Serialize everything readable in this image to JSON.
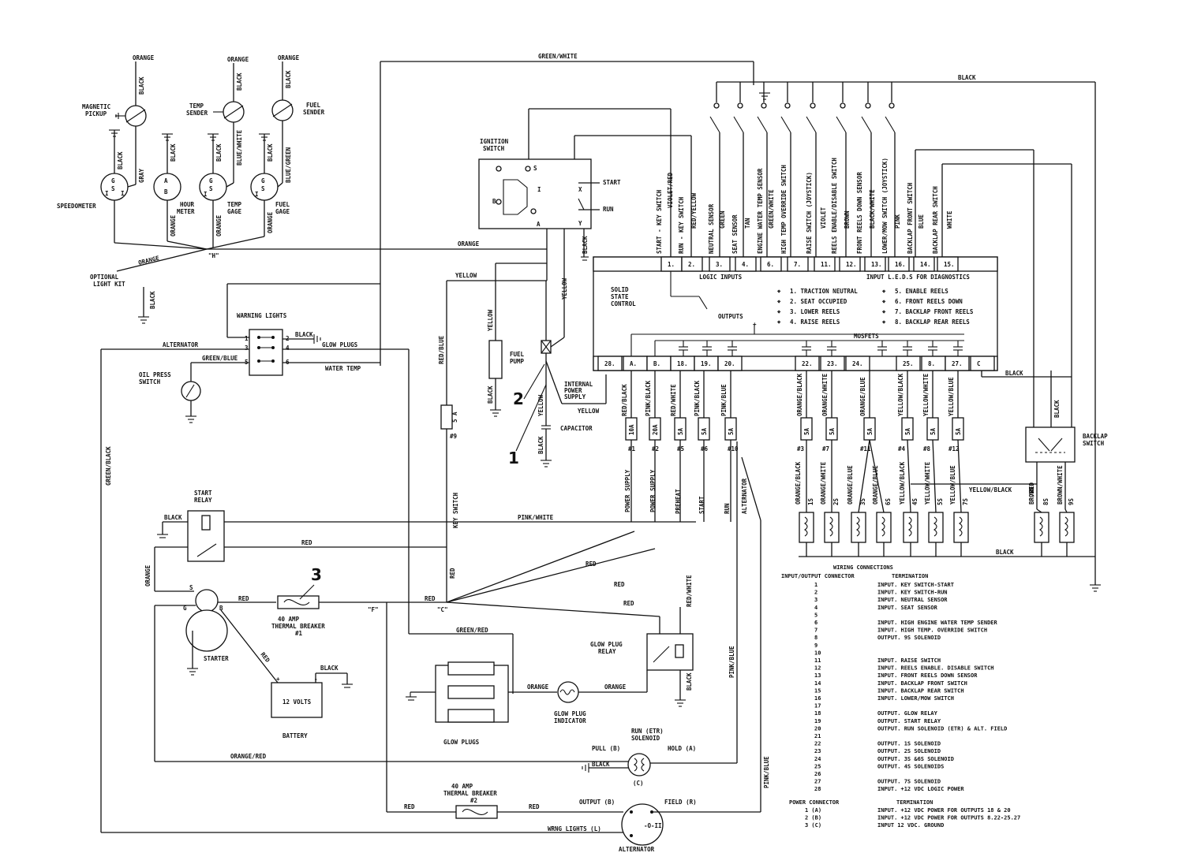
{
  "sensors": {
    "magnetic_pickup": "MAGNETIC\nPICKUP",
    "temp_sender": "TEMP\nSENDER",
    "fuel_sender": "FUEL\nSENDER",
    "speedometer": "SPEEDOMETER",
    "hour_meter": "HOUR\nMETER",
    "temp_gage": "TEMP\nGAGE",
    "fuel_gage": "FUEL\nGAGE"
  },
  "wires": {
    "green_white": "GREEN/WHITE",
    "black": "BLACK",
    "gray": "GRAY",
    "blue_white": "BLUE/WHITE",
    "blue_green": "BLUE/GREEN",
    "orange": "ORANGE",
    "yellow": "YELLOW",
    "red_blue": "RED/BLUE",
    "green_blue": "GREEN/BLUE",
    "green_black": "GREEN/BLACK",
    "pink_white": "PINK/WHITE",
    "red": "RED",
    "green_red": "GREEN/RED",
    "orange_red": "ORANGE/RED",
    "red_white": "RED/WHITE",
    "pink_blue": "PINK/BLUE",
    "yellow_black": "YELLOW/BLACK",
    "red_black": "RED/BLACK",
    "pink_black": "PINK/BLACK",
    "orange_black": "ORANGE/BLACK",
    "orange_white": "ORANGE/WHITE",
    "orange_blue": "ORANGE/BLUE",
    "yellow_white": "YELLOW/WHITE",
    "yellow_blue": "YELLOW/BLUE",
    "violet_red": "VIOLET/RED",
    "red_yellow": "RED/YELLOW",
    "tan": "TAN",
    "green": "GREEN",
    "violet": "VIOLET",
    "brown": "BROWN",
    "black_white": "BLACK/WHITE",
    "pink": "PINK",
    "blue": "BLUE",
    "white": "WHITE",
    "brown_red": "BROWN\n/RED",
    "brown_white": "BROWN/WHITE"
  },
  "labels": {
    "h_point": "\"H\"",
    "f_point": "\"F\"",
    "c_point": "\"C\"",
    "optional_light_kit": "OPTIONAL\nLIGHT KIT",
    "warning_lights": "WARNING LIGHTS",
    "alternator": "ALTERNATOR",
    "glow_plugs": "GLOW PLUGS",
    "water_temp": "WATER TEMP",
    "oil_press_switch": "OIL PRESS\nSWITCH",
    "ignition_switch": "IGNITION\nSWITCH",
    "start": "START",
    "run": "RUN",
    "fuel_pump": "FUEL\nPUMP",
    "internal_power_supply": "INTERNAL\nPOWER\nSUPPLY",
    "capacitor": "CAPACITOR",
    "key_switch": "KEY SWITCH",
    "start_relay": "START\nRELAY",
    "thermal_breaker_1": "40 AMP\nTHERMAL BREAKER\n#1",
    "starter": "STARTER",
    "battery": "BATTERY",
    "twelve_volts": "12 VOLTS",
    "glow_plug_relay": "GLOW PLUG\nRELAY",
    "glow_plug_indicator": "GLOW PLUG\nINDICATOR",
    "run_solenoid": "RUN (ETR)\nSOLENOID",
    "pull": "PULL (B)",
    "hold": "HOLD (A)",
    "c_term": "(C)",
    "thermal_breaker_2": "40 AMP\nTHERMAL BREAKER\n#2",
    "output_b": "OUTPUT (B)",
    "field_r": "FIELD (R)",
    "wrng_lights": "WRNG LIGHTS (L)",
    "alternator_bottom": "ALTERNATOR",
    "power_supply": "POWER SUPPLY",
    "preheat": "PREHEAT",
    "start_v": "START",
    "run_v": "RUN",
    "alternator_v": "ALTERNATOR",
    "backlap_switch": "BACKLAP\nSWITCH",
    "callout_1": "1",
    "callout_2": "2",
    "callout_3": "3"
  },
  "ssc": {
    "title": "SOLID\nSTATE\nCONTROL",
    "logic_inputs": "LOGIC INPUTS",
    "diag_title": "INPUT L.E.D.S FOR DIAGNOSTICS",
    "outputs": "OUTPUTS",
    "mosfets": "MOSFETS",
    "top_pins": [
      "1.",
      "2.",
      "3.",
      "4.",
      "6.",
      "7.",
      "11.",
      "12.",
      "13.",
      "16.",
      "14.",
      "15."
    ],
    "bottom_pins": [
      "28.",
      "A.",
      "B.",
      "18.",
      "19.",
      "20.",
      "22.",
      "23.",
      "24.",
      "25.",
      "8.",
      "27.",
      "C"
    ],
    "leds": [
      "1. TRACTION NEUTRAL",
      "5. ENABLE REELS",
      "2. SEAT OCCUPIED",
      "6. FRONT REELS DOWN",
      "3. LOWER REELS",
      "7. BACKLAP FRONT REELS",
      "4. RAISE REELS",
      "8. BACKLAP REAR REELS"
    ]
  },
  "inputs_top": [
    "START - KEY SWITCH",
    "VIOLET/RED",
    "RUN - KEY SWITCH",
    "RED/YELLOW",
    "NEUTRAL SENSOR",
    "GREEN",
    "SEAT SENSOR",
    "TAN",
    "ENGINE WATER TEMP SENSOR",
    "GREEN/WHITE",
    "HIGH TEMP OVERRIDE SWITCH",
    "RAISE SWITCH (JOYSTICK)",
    "VIOLET",
    "REELS ENABLE/DISABLE SWITCH",
    "BROWN",
    "FRONT REELS DOWN SENSOR",
    "BLACK/WHITE",
    "LOWER/MOW SWITCH (JOYSTICK)",
    "PINK",
    "BACKLAP FRONT SWITCH",
    "BLUE",
    "BACKLAP REAR SWITCH",
    "WHITE"
  ],
  "fuses": {
    "f9": "5 A",
    "f9_num": "#9",
    "left": [
      "10A",
      "20A",
      "5A",
      "5A",
      "5A"
    ],
    "left_num": [
      "#1",
      "#2",
      "#5",
      "#6",
      "#10"
    ],
    "right": [
      "5A",
      "5A",
      "5A",
      "5A",
      "5A",
      "5A"
    ],
    "right_num": [
      "#3",
      "#7",
      "#11",
      "#4",
      "#8",
      "#12"
    ]
  },
  "solenoids": [
    "1S",
    "2S",
    "3S",
    "6S",
    "4S",
    "5S",
    "7S",
    "8S",
    "9S"
  ],
  "wiring_table": {
    "title": "WIRING CONNECTIONS",
    "col1": "INPUT/OUTPUT CONNECTOR",
    "col2": "TERMINATION",
    "rows": [
      [
        "1",
        "INPUT. KEY SWITCH-START"
      ],
      [
        "2",
        "INPUT. KEY SWITCH-RUN"
      ],
      [
        "3",
        "INPUT. NEUTRAL SENSOR"
      ],
      [
        "4",
        "INPUT. SEAT SENSOR"
      ],
      [
        "5",
        ""
      ],
      [
        "6",
        "INPUT. HIGH ENGINE WATER TEMP SENDER"
      ],
      [
        "7",
        "INPUT. HIGH TEMP. OVERRIDE SWITCH"
      ],
      [
        "8",
        "OUTPUT. 9S SOLENOID"
      ],
      [
        "9",
        ""
      ],
      [
        "10",
        ""
      ],
      [
        "11",
        "INPUT. RAISE SWITCH"
      ],
      [
        "12",
        "INPUT. REELS ENABLE. DISABLE SWITCH"
      ],
      [
        "13",
        "INPUT. FRONT REELS DOWN SENSOR"
      ],
      [
        "14",
        "INPUT. BACKLAP FRONT SWITCH"
      ],
      [
        "15",
        "INPUT. BACKLAP REAR SWITCH"
      ],
      [
        "16",
        "INPUT. LOWER/MOW SWITCH"
      ],
      [
        "17",
        ""
      ],
      [
        "18",
        "OUTPUT. GLOW RELAY"
      ],
      [
        "19",
        "OUTPUT. START RELAY"
      ],
      [
        "20",
        "OUTPUT. RUN SOLENOID (ETR) & ALT. FIELD"
      ],
      [
        "21",
        ""
      ],
      [
        "22",
        "OUTPUT. 1S SOLENOID"
      ],
      [
        "23",
        "OUTPUT. 2S SOLENOID"
      ],
      [
        "24",
        "OUTPUT. 3S &6S SOLENOID"
      ],
      [
        "25",
        "OUTPUT. 4S SOLENOIDS"
      ],
      [
        "26",
        ""
      ],
      [
        "27",
        "OUTPUT. 7S SOLENOID"
      ],
      [
        "28",
        "INPUT. +12 VDC LOGIC POWER"
      ]
    ],
    "power_col1": "POWER CONNECTOR",
    "power_col2": "TERMINATION",
    "power_rows": [
      [
        "1 (A)",
        "INPUT. +12 VDC POWER FOR OUTPUTS 18 & 20"
      ],
      [
        "2 (B)",
        "INPUT. +12 VDC POWER FOR OUTPUTS 8.22-25.27"
      ],
      [
        "3 (C)",
        "INPUT 12 VDC. GROUND"
      ]
    ]
  }
}
